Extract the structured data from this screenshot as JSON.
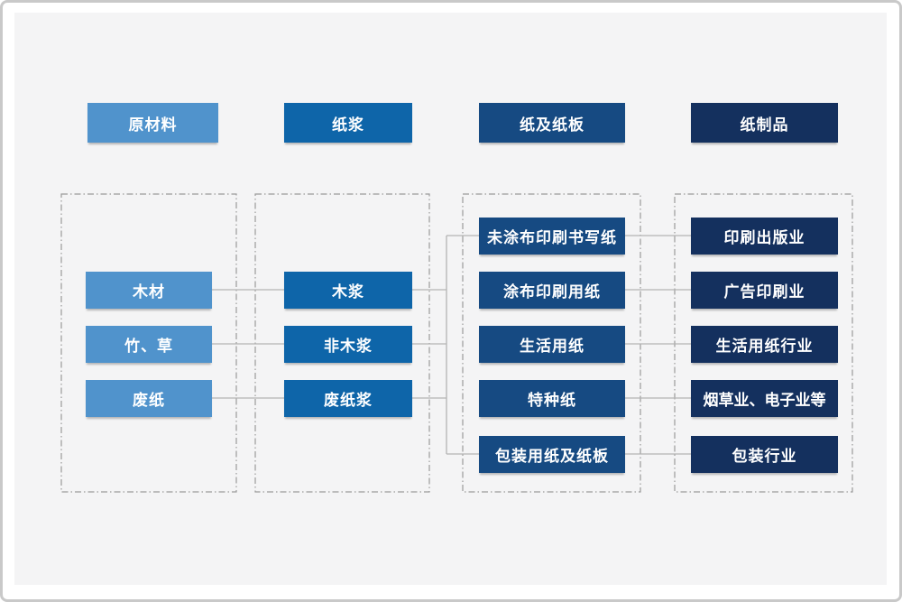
{
  "diagram": {
    "title_hint": "paper industry chain flow diagram",
    "colors": {
      "raw_material": "#5093CC",
      "pulp": "#0E65A9",
      "paper_board": "#164A82",
      "paper_product": "#14305E",
      "connector": "#b3b3b3",
      "container_border": "#9a9a9a",
      "panel_bg": "#f4f4f5"
    },
    "columns": [
      {
        "header": "原材料",
        "items": [
          "木材",
          "竹、草",
          "废纸"
        ]
      },
      {
        "header": "纸浆",
        "items": [
          "木浆",
          "非木浆",
          "废纸浆"
        ]
      },
      {
        "header": "纸及纸板",
        "items": [
          "未涂布印刷书写纸",
          "涂布印刷用纸",
          "生活用纸",
          "特种纸",
          "包装用纸及纸板"
        ]
      },
      {
        "header": "纸制品",
        "items": [
          "印刷出版业",
          "广告印刷业",
          "生活用纸行业",
          "烟草业、电子业等",
          "包装行业"
        ]
      }
    ]
  }
}
